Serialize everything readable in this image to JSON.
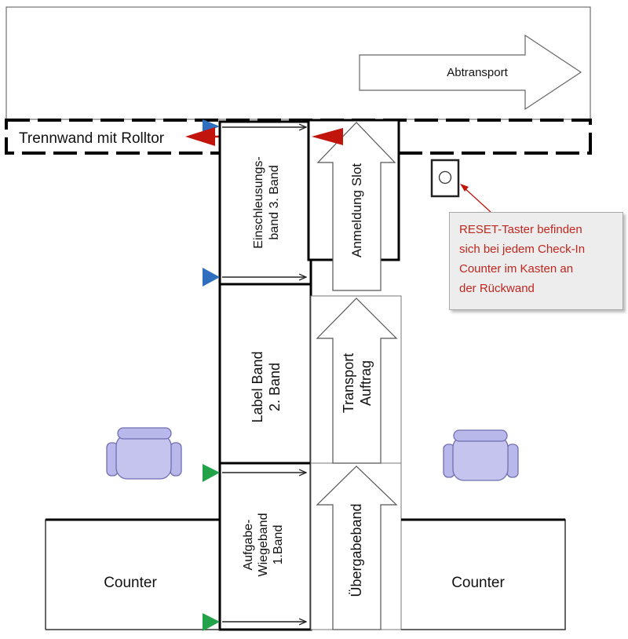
{
  "labels": {
    "abtransport": "Abtransport",
    "trennwand": "Trennwand mit Rolltor",
    "einschleusung_line1": "Einschleusungs-",
    "einschleusung_line2": "band  3. Band",
    "anmeldung_slot": "Anmeldung Slot",
    "label_band_line1": "Label Band",
    "label_band_line2": "2. Band",
    "transport_line1": "Transport",
    "transport_line2": "Auftrag",
    "aufgabe_line1": "Aufgabe-",
    "aufgabe_line2": "Wiegeband",
    "aufgabe_line3": "1.Band",
    "uebergabeband": "Übergabeband",
    "counter_left": "Counter",
    "counter_right": "Counter"
  },
  "callout": {
    "lines": [
      "RESET-Taster befinden",
      "sich bei jedem Check-In",
      "Counter im Kasten an",
      "der Rückwand"
    ]
  },
  "colors": {
    "sensor_blue": "#2f6fbf",
    "sensor_red": "#c0140c",
    "sensor_green": "#22a34a",
    "callout_text": "#c0271f",
    "callout_bg": "#ededed",
    "chair_fill": "#b8b8ea",
    "chair_stroke": "#6f6fb0"
  }
}
